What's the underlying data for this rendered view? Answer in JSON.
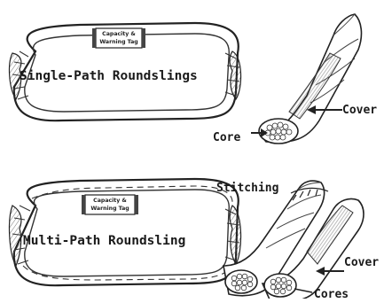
{
  "top": {
    "tag_line1": "Capacity &",
    "tag_line2": "Warning Tag",
    "title": "Single-Path Roundslings",
    "label_cover": "Cover",
    "label_core": "Core"
  },
  "bottom": {
    "tag_line1": "Capacity &",
    "tag_line2": "Warning Tag",
    "title": "Multi-Path Roundsling",
    "label_stitching": "Stitching",
    "label_cover": "Cover",
    "label_cores": "Cores"
  }
}
